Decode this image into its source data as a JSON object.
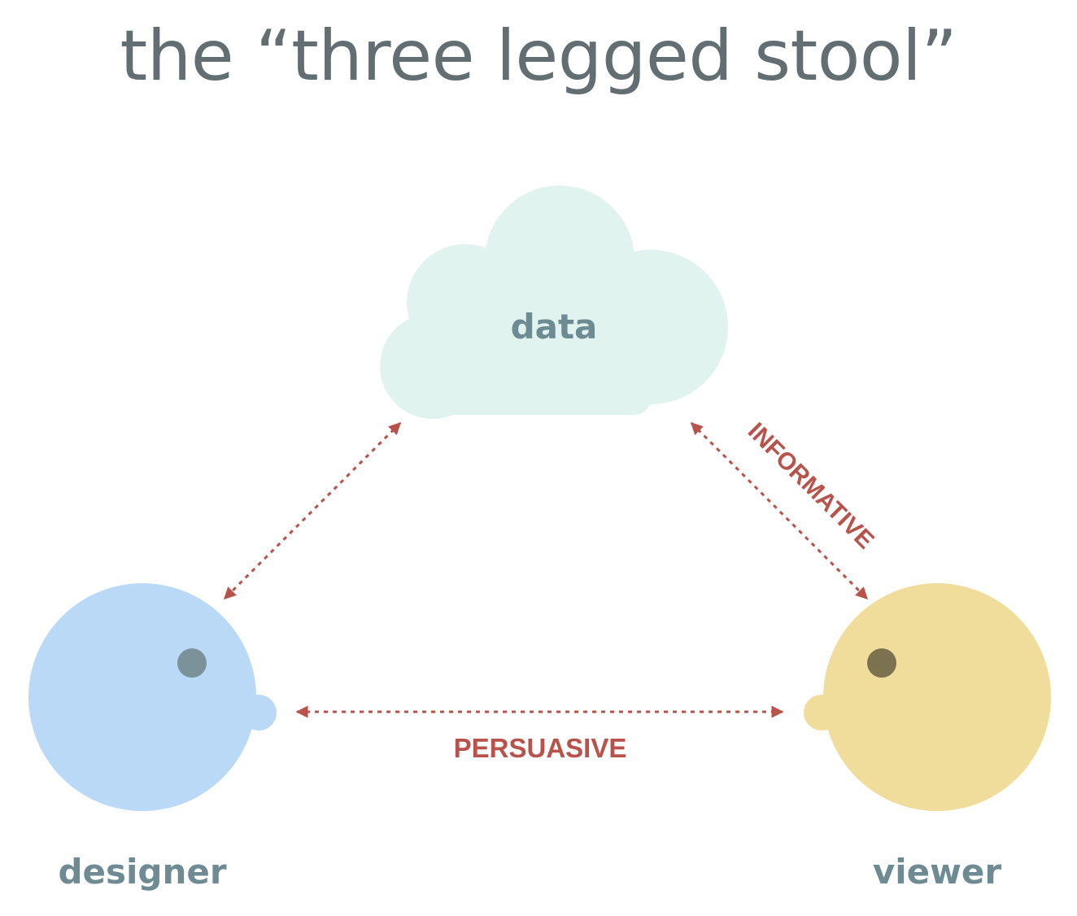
{
  "title": "the “three legged stool”",
  "nodes": {
    "data": {
      "label": "data"
    },
    "designer": {
      "label": "designer"
    },
    "viewer": {
      "label": "viewer"
    }
  },
  "edges": {
    "informative": {
      "label": "INFORMATIVE"
    },
    "persuasive": {
      "label": "PERSUASIVE"
    }
  },
  "colors": {
    "title": "#626e72",
    "node_label": "#6e8a92",
    "cloud": "#e1f3ef",
    "designer_head": "#b9d9f7",
    "designer_eye": "#7b929b",
    "viewer_head": "#f1dd9b",
    "viewer_eye": "#7c7250",
    "arrow": "#b8524a"
  }
}
